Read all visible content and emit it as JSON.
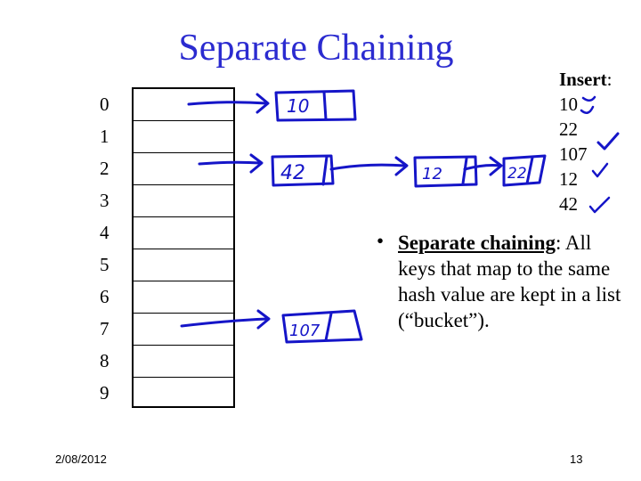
{
  "title": "Separate Chaining",
  "table": {
    "indices": [
      "0",
      "1",
      "2",
      "3",
      "4",
      "5",
      "6",
      "7",
      "8",
      "9"
    ]
  },
  "chains": {
    "slot0": [
      "10"
    ],
    "slot2": [
      "42",
      "12",
      "22"
    ],
    "slot7": [
      "107"
    ]
  },
  "insert": {
    "title": "Insert",
    "keys": [
      "10",
      "22",
      "107",
      "12",
      "42"
    ]
  },
  "bullet": {
    "marker": "•",
    "heading": "Separate chaining",
    "heading_suffix": ":",
    "body": "All keys that map to the same hash value are kept in a list (“bucket”)."
  },
  "footer": {
    "date": "2/08/2012",
    "page": "13"
  },
  "colors": {
    "title": "#2b2bd0",
    "ink": "#1515c8"
  }
}
